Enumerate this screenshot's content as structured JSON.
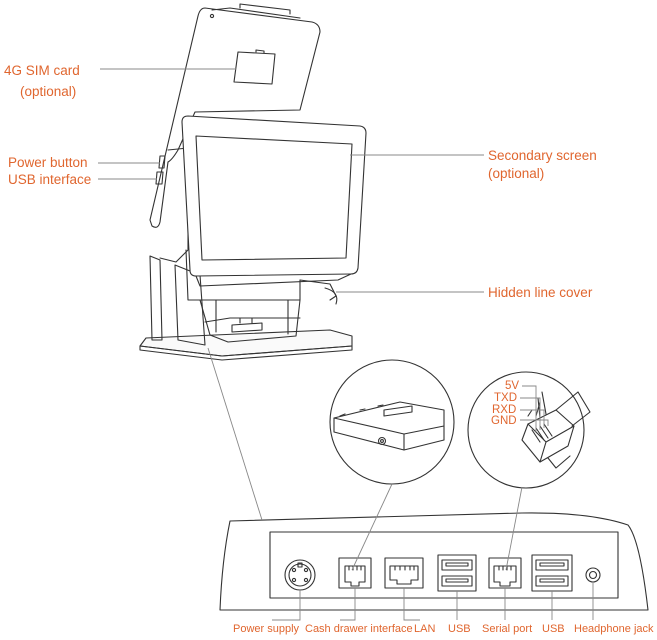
{
  "callouts": {
    "sim_card": {
      "line1": "4G SIM card",
      "line2": "(optional)"
    },
    "power_button": "Power button",
    "usb_interface": "USB interface",
    "secondary_screen": {
      "line1": "Secondary screen",
      "line2": "(optional)"
    },
    "hidden_line_cover": "Hidden line cover"
  },
  "serial_pins": [
    "5V",
    "TXD",
    "RXD",
    "GND"
  ],
  "ports": [
    "Power supply",
    "Cash drawer interface",
    "LAN",
    "USB",
    "Serial port",
    "USB",
    "Headphone jack"
  ],
  "colors": {
    "label": "#e0662f",
    "line": "#333333",
    "leader": "#888888"
  }
}
